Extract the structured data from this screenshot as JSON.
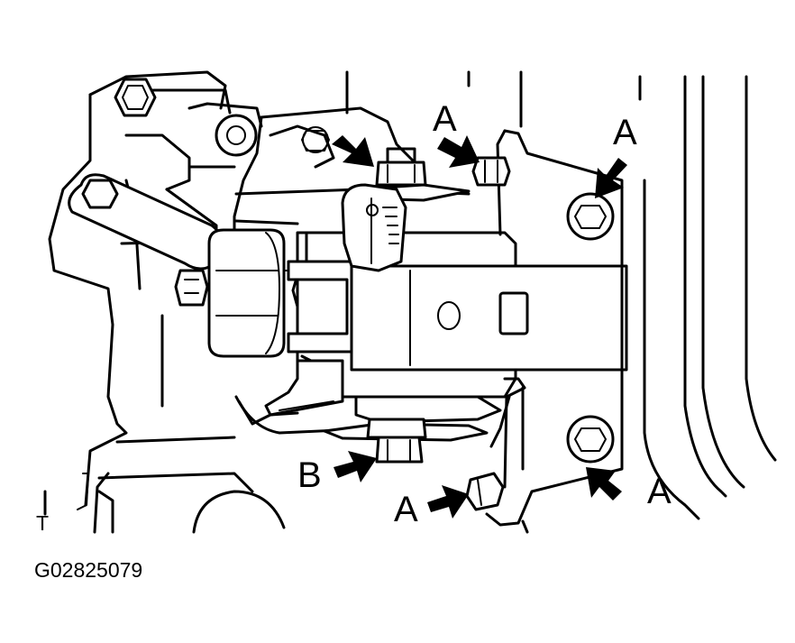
{
  "labels": {
    "a": "A",
    "b": "B",
    "t": "T"
  },
  "figure_id": "G02825079"
}
